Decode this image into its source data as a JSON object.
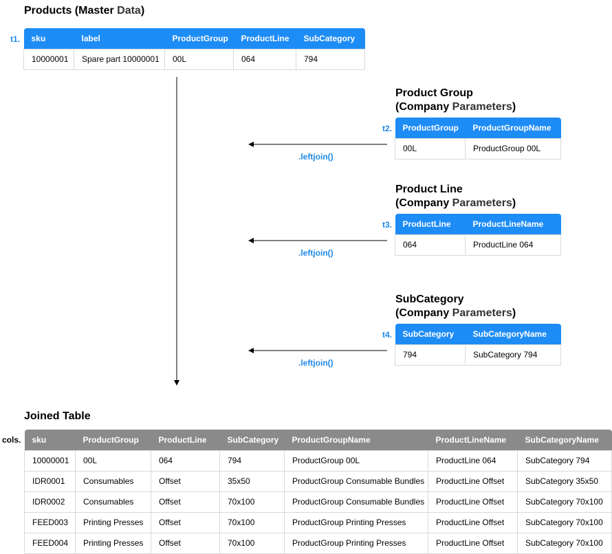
{
  "products": {
    "title_main": "Products (Master ",
    "title_muted": "Data",
    "title_end": ")",
    "label": "t1.",
    "columns": [
      "sku",
      "label",
      "ProductGroup",
      "ProductLine",
      "SubCategory"
    ],
    "rows": [
      [
        "10000001",
        "Spare part 10000001",
        "00L",
        "064",
        "794"
      ]
    ]
  },
  "product_group": {
    "title_line1": "Product Group",
    "title_line2_main": "(Company ",
    "title_line2_muted": "Parameters",
    "title_line2_end": ")",
    "label": "t2.",
    "columns": [
      "ProductGroup",
      "ProductGroupName"
    ],
    "rows": [
      [
        "00L",
        "ProductGroup 00L"
      ]
    ],
    "join_label": ".leftjoin()"
  },
  "product_line": {
    "title_line1": "Product Line",
    "title_line2_main": "(Company ",
    "title_line2_muted": "Parameters",
    "title_line2_end": ")",
    "label": "t3.",
    "columns": [
      "ProductLine",
      "ProductLineName"
    ],
    "rows": [
      [
        "064",
        "ProductLine 064"
      ]
    ],
    "join_label": ".leftjoin()"
  },
  "sub_category": {
    "title_line1": "SubCategory",
    "title_line2_main": "(Company ",
    "title_line2_muted": "Parameters",
    "title_line2_end": ")",
    "label": "t4.",
    "columns": [
      "SubCategory",
      "SubCategoryName"
    ],
    "rows": [
      [
        "794",
        "SubCategory 794"
      ]
    ],
    "join_label": ".leftjoin()"
  },
  "joined": {
    "title": "Joined Table",
    "label": "cols.",
    "columns": [
      "sku",
      "ProductGroup",
      "ProductLine",
      "SubCategory",
      "ProductGroupName",
      "ProductLineName",
      "SubCategoryName"
    ],
    "rows": [
      [
        "10000001",
        "00L",
        "064",
        "794",
        "ProductGroup 00L",
        "ProductLine 064",
        "SubCategory 794"
      ],
      [
        "IDR0001",
        "Consumables",
        "Offset",
        "35x50",
        "ProductGroup Consumable Bundles",
        "ProductLine Offset",
        "SubCategory 35x50"
      ],
      [
        "IDR0002",
        "Consumables",
        "Offset",
        "70x100",
        "ProductGroup Consumable Bundles",
        "ProductLine Offset",
        "SubCategory 70x100"
      ],
      [
        "FEED003",
        "Printing Presses",
        "Offset",
        "70x100",
        "ProductGroup Printing Presses",
        "ProductLine Offset",
        "SubCategory 70x100"
      ],
      [
        "FEED004",
        "Printing Presses",
        "Offset",
        "70x100",
        "ProductGroup Printing Presses",
        "ProductLine Offset",
        "SubCategory 70x100"
      ]
    ]
  },
  "colors": {
    "header_blue": "#1e8cf5",
    "header_gray": "#8a8a8a",
    "label_blue": "#1e88e5"
  }
}
